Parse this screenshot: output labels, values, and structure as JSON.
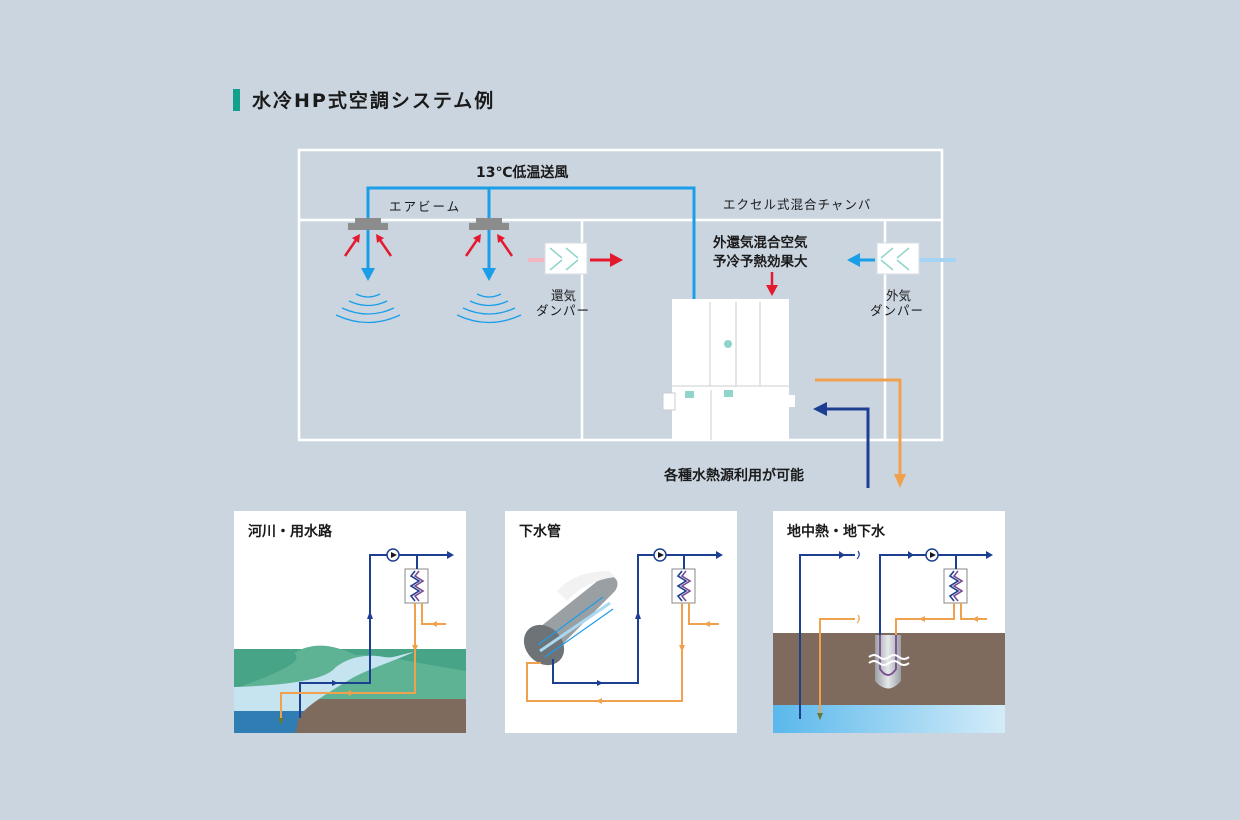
{
  "title": "水冷HP式空調システム例",
  "top_diagram": {
    "supply_air_label": "13℃低温送風",
    "air_beam_label": "エアビーム",
    "chamber_label": "エクセル式混合チャンバ",
    "return_damper_label_1": "還気",
    "return_damper_label_2": "ダンパー",
    "mixing_label_1": "外還気混合空気",
    "mixing_label_2": "予冷予熱効果大",
    "outdoor_damper_label_1": "外気",
    "outdoor_damper_label_2": "ダンパー",
    "heat_source_label": "各種水熱源利用が可能"
  },
  "panels": [
    {
      "title": "河川・用水路"
    },
    {
      "title": "下水管"
    },
    {
      "title": "地中熱・地下水"
    }
  ],
  "colors": {
    "background": "#cbd5e0",
    "accent": "#11a08c",
    "supply_air": "#1a9ee8",
    "supply_water": "#1d3f91",
    "return_water": "#efa14e",
    "warm_arrow": "#e3192e"
  }
}
